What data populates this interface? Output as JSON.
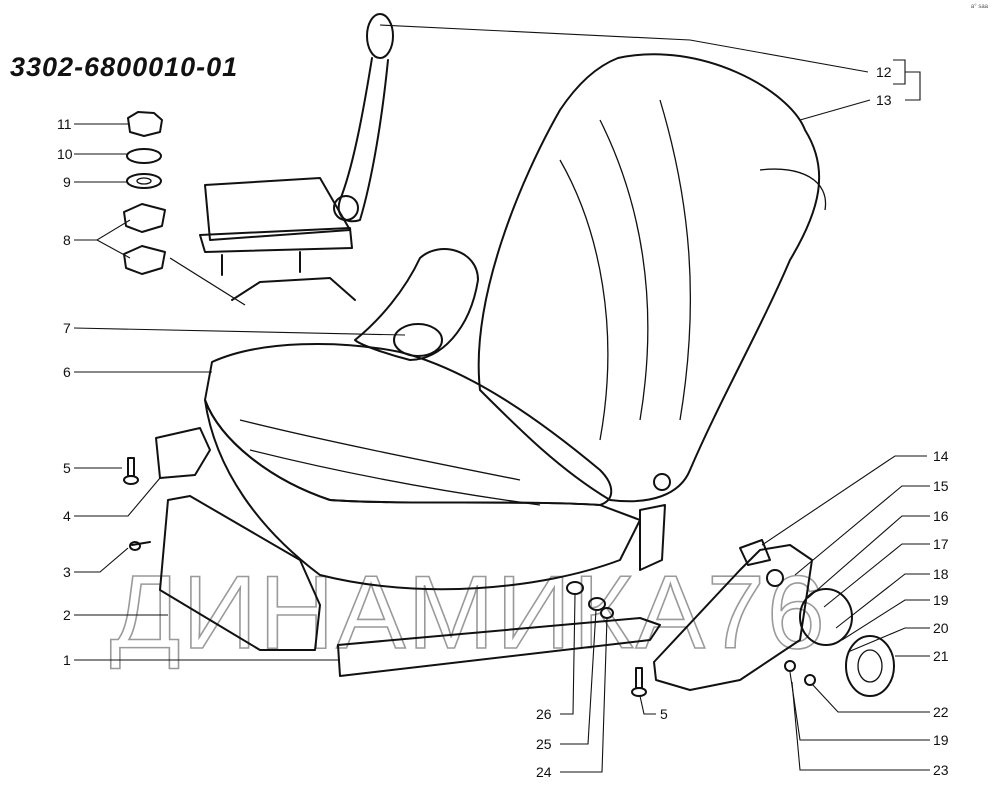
{
  "diagram": {
    "part_number": "3302-6800010-01",
    "corner_mark": "a° saa",
    "watermark": "ДИНАМИКА76",
    "callouts": [
      "1",
      "2",
      "3",
      "4",
      "5",
      "6",
      "7",
      "8",
      "9",
      "10",
      "11",
      "12",
      "13",
      "14",
      "15",
      "16",
      "17",
      "18",
      "19",
      "20",
      "21",
      "22",
      "26",
      "25",
      "24",
      "5",
      "19",
      "23"
    ]
  },
  "colors": {
    "ink": "#111111",
    "paper": "#ffffff",
    "watermark": "#9a9a9a"
  }
}
